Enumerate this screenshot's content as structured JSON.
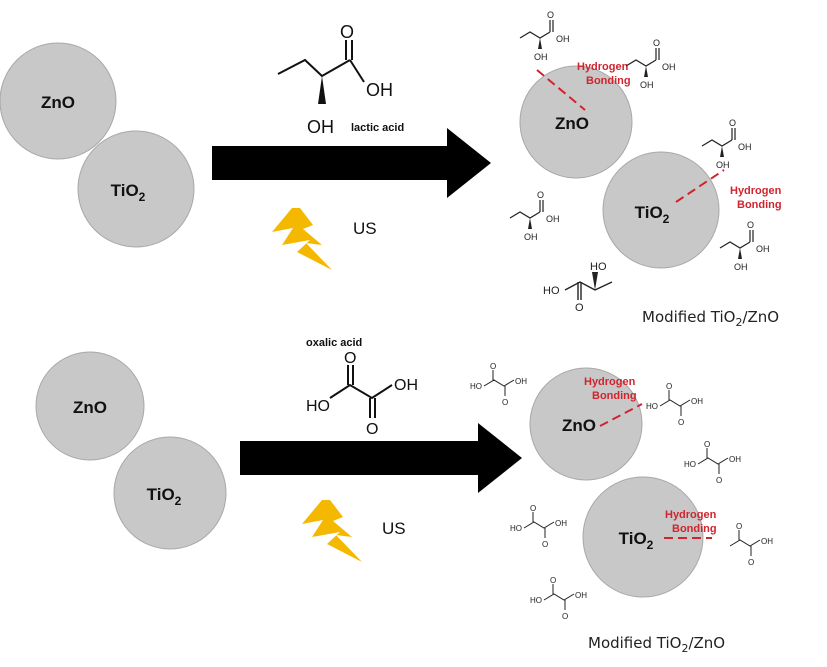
{
  "colors": {
    "particle": "#c8c8c8",
    "particle_edge": "#a8a8a8",
    "arrow": "#000000",
    "bond": "#d0242f",
    "lightning": "#f5b800"
  },
  "top_panel": {
    "zno": "ZnO",
    "tio2_main": "TiO",
    "tio2_sub": "2",
    "reagent_label": "lactic acid",
    "energy_label": "US",
    "product_zno": "ZnO",
    "product_tio2_main": "TiO",
    "product_tio2_sub": "2",
    "bond_label_1_line1": "Hydrogen",
    "bond_label_1_line2": "Bonding",
    "bond_label_2_line1": "Hydrogen",
    "bond_label_2_line2": "Bonding",
    "caption_a": "Modified TiO",
    "caption_sub": "2",
    "caption_b": "/ZnO",
    "molecule": {
      "oh": "OH",
      "ho": "HO",
      "o": "O"
    }
  },
  "bottom_panel": {
    "zno": "ZnO",
    "tio2_main": "TiO",
    "tio2_sub": "2",
    "reagent_label": "oxalic acid",
    "energy_label": "US",
    "product_zno": "ZnO",
    "product_tio2_main": "TiO",
    "product_tio2_sub": "2",
    "bond_label_1_line1": "Hydrogen",
    "bond_label_1_line2": "Bonding",
    "bond_label_2_line1": "Hydrogen",
    "bond_label_2_line2": "Bonding",
    "caption_a": "Modified TiO",
    "caption_sub": "2",
    "caption_b": "/ZnO",
    "molecule": {
      "oh": "OH",
      "ho": "HO",
      "o": "O"
    }
  }
}
